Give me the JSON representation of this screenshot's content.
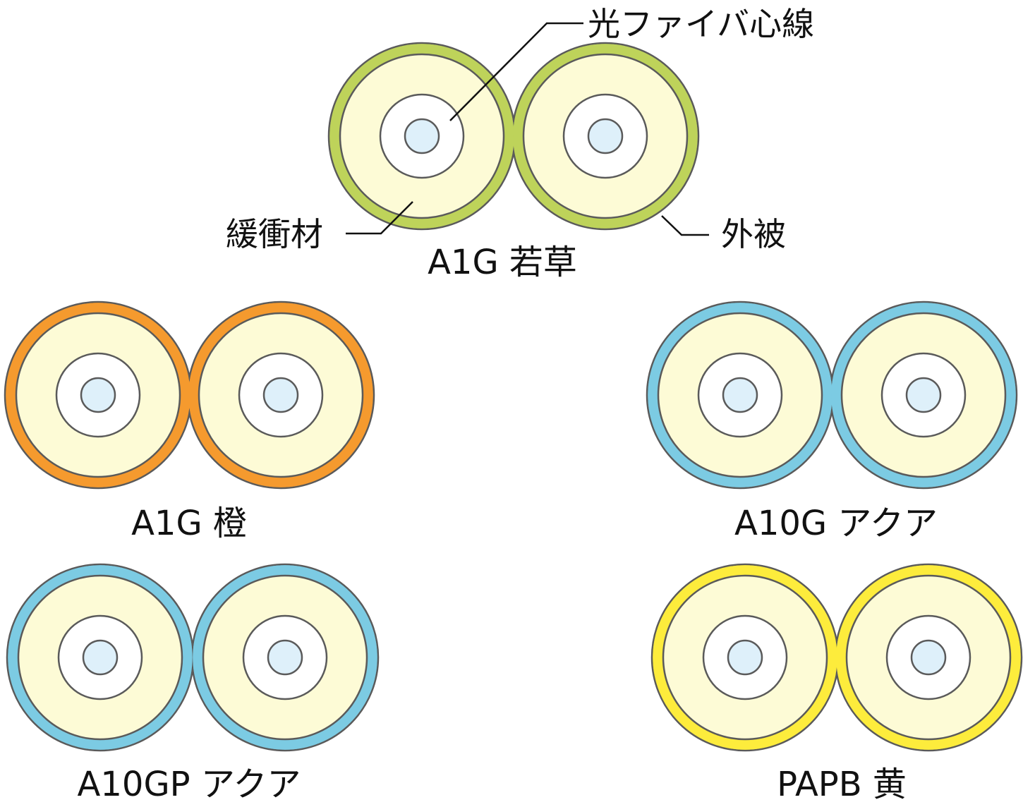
{
  "colors": {
    "buffer": "#fdfbd6",
    "core": "#def0fa",
    "stroke": "#5a5a5a",
    "leader": "#111111"
  },
  "callouts": {
    "fiber_core": "光ファイバ心線",
    "buffer": "緩衝材",
    "jacket": "外被"
  },
  "cables": [
    {
      "label": "A1G  若草",
      "jacket_color": "#bed35a"
    },
    {
      "label": "A1G  橙",
      "jacket_color": "#f59a2e"
    },
    {
      "label": "A10G  アクア",
      "jacket_color": "#7ccbe3"
    },
    {
      "label": "A10GP  アクア",
      "jacket_color": "#7ccbe3"
    },
    {
      "label": "PAPB  黄",
      "jacket_color": "#fdec3c"
    }
  ]
}
